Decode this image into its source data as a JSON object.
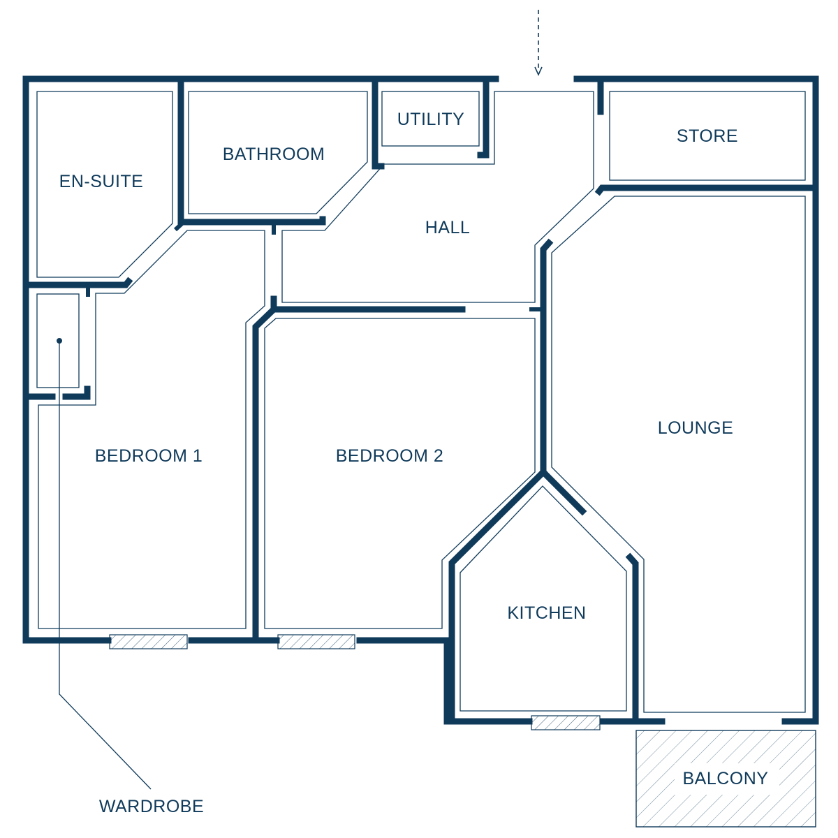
{
  "rooms": {
    "ensuite": "EN-SUITE",
    "bathroom": "BATHROOM",
    "utility": "UTILITY",
    "store": "STORE",
    "hall": "HALL",
    "bedroom1": "BEDROOM 1",
    "bedroom2": "BEDROOM 2",
    "lounge": "LOUNGE",
    "kitchen": "KITCHEN",
    "balcony": "BALCONY"
  },
  "callouts": {
    "wardrobe": "WARDROBE"
  },
  "colors": {
    "wall": "#0f3a5a",
    "background": "#ffffff"
  },
  "icons": {
    "entrance": "entrance-arrow-icon"
  }
}
